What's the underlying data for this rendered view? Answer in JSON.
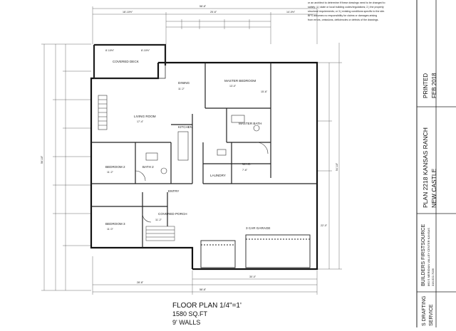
{
  "notice": {
    "lines": [
      "or an architect to determine if these drawings need to be changed to",
      "satisfy: 1.) state or local building codes/regulations; 2.) the property",
      "structural requirements; or 3.) existing conditions specific to the site.",
      "BFS assumes no responsibility for claims or damages arising",
      "from errors, omissions, deficiencies or defects of the drawings."
    ]
  },
  "rooms": {
    "covered_deck": "COVERED DECK",
    "dining": "DINING",
    "master_bedroom": "MASTER BEDROOM",
    "living_room": "LIVING ROOM",
    "kitchen": "KITCHEN",
    "master_bath": "MASTER BATH",
    "bedroom2": "BEDROOM 2",
    "bath2": "BATH 2",
    "laundry": "LAUNDRY",
    "wic": "W.I.C.",
    "bedroom3": "BEDROOM 3",
    "entry": "ENTRY",
    "covered_porch": "COVERED PORCH",
    "garage": "3 CAR GARAGE"
  },
  "dims": {
    "overall_width": "58'-8\"",
    "top_left": "18'-10½\"",
    "top_mid": "25'-6\"",
    "top_right": "14'-0½\"",
    "overall_depth": "56'-10\"",
    "right_depth": "54'-10\"",
    "garage_w": "30'-0\"",
    "left_w": "28'-8\"",
    "deck_a": "8'-10½\"",
    "deck_b": "8'-10½\"",
    "dining_w": "11'-2\"",
    "mb_w": "13'-0\"",
    "mb_d": "15'-6\"",
    "lr_w": "17'-4\"",
    "garage_d": "22'-0\"",
    "porch": "11'-2\"",
    "b3_w": "11'-0\"",
    "b2_w": "11'-2\"",
    "wic_w": "7'-6\""
  },
  "footer": {
    "title": "FLOOR PLAN 1/4\"=1'",
    "sqft": "1580 SQ.FT",
    "walls": "9' WALLS"
  },
  "title_block": {
    "status": "PRINTED",
    "date": "FEB 2018",
    "plan_name": "PLAN 2218 KANSAS RANCH",
    "location": "NEW CASTLE",
    "company": "BUILDERS FIRSTSOURCE",
    "address": "860 S MERIDIAN VALLEY CENTER KANSAS",
    "phone": "316-522-7026",
    "drafting": "S DRAFTING",
    "service": "SERVICE"
  }
}
